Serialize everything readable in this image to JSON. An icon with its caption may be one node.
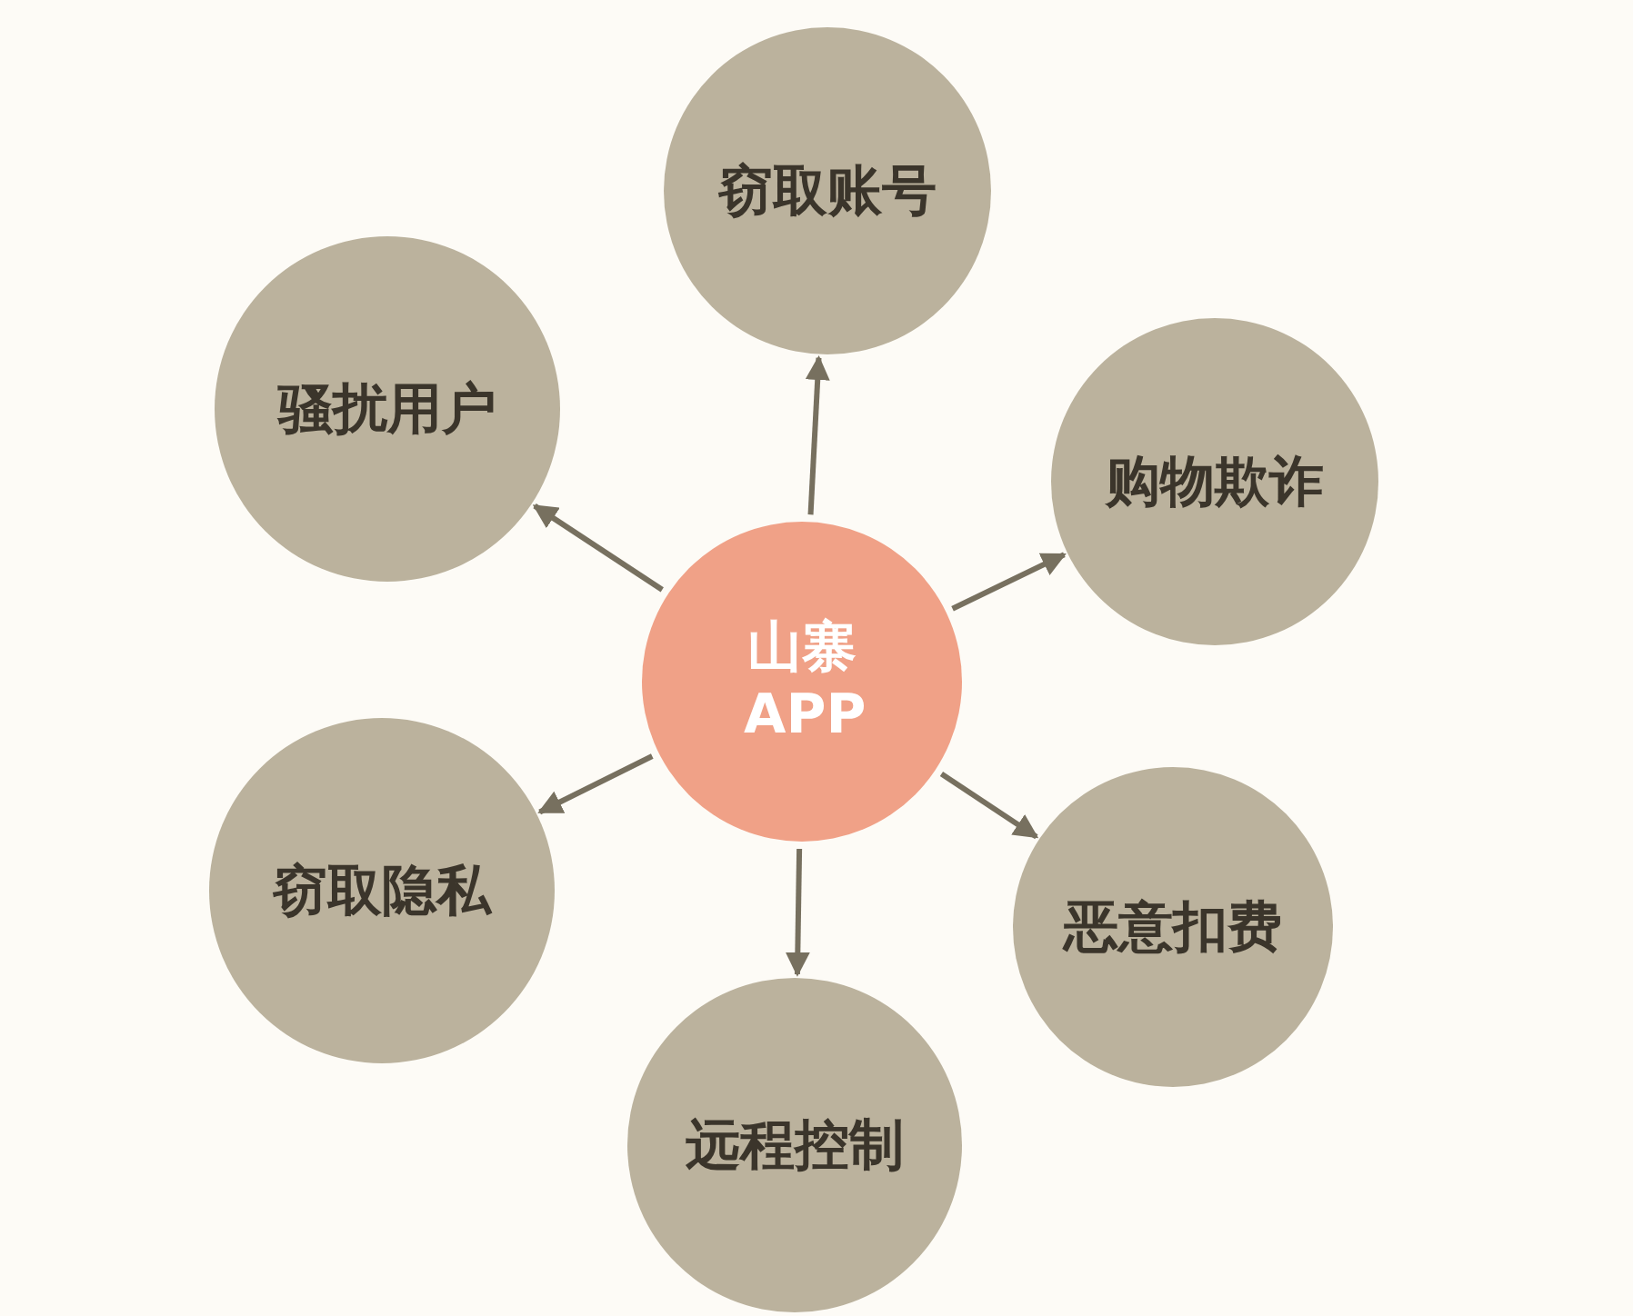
{
  "diagram": {
    "nodes": [
      {
        "text": [
          "山寨APP"
        ]
      },
      {
        "text": [
          "窃取账号"
        ]
      },
      {
        "text": [
          "骚扰用户"
        ]
      },
      {
        "text": [
          "购物欺诈"
        ]
      },
      {
        "text": [
          "窃取隐私"
        ]
      },
      {
        "text": [
          "恶意扣费"
        ]
      },
      {
        "text": [
          "远程控制"
        ]
      }
    ],
    "edges": [
      {
        "from": 0,
        "to": 1,
        "arrow": "to"
      },
      {
        "from": 0,
        "to": 2,
        "arrow": "to"
      },
      {
        "from": 0,
        "to": 3,
        "arrow": "to"
      },
      {
        "from": 0,
        "to": 4,
        "arrow": "to"
      },
      {
        "from": 0,
        "to": 5,
        "arrow": "to"
      },
      {
        "from": 0,
        "to": 6,
        "arrow": "to"
      }
    ]
  }
}
